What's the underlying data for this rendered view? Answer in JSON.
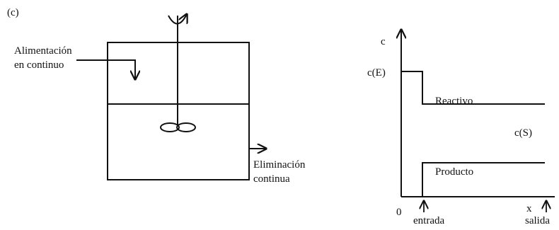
{
  "panel_label": "(c)",
  "reactor": {
    "feed_label_line1": "Alimentación",
    "feed_label_line2": "en continuo",
    "outlet_label_line1": "Eliminación",
    "outlet_label_line2": "continua"
  },
  "chart_data": {
    "type": "line",
    "axis_labels": {
      "y": "c",
      "x": "x",
      "origin": "0",
      "inlet_level": "c(E)",
      "outlet_level": "c(S)",
      "inlet_position": "entrada",
      "outlet_position": "salida"
    },
    "series": [
      {
        "name": "Reactivo"
      },
      {
        "name": "Producto"
      }
    ],
    "grid": false
  }
}
